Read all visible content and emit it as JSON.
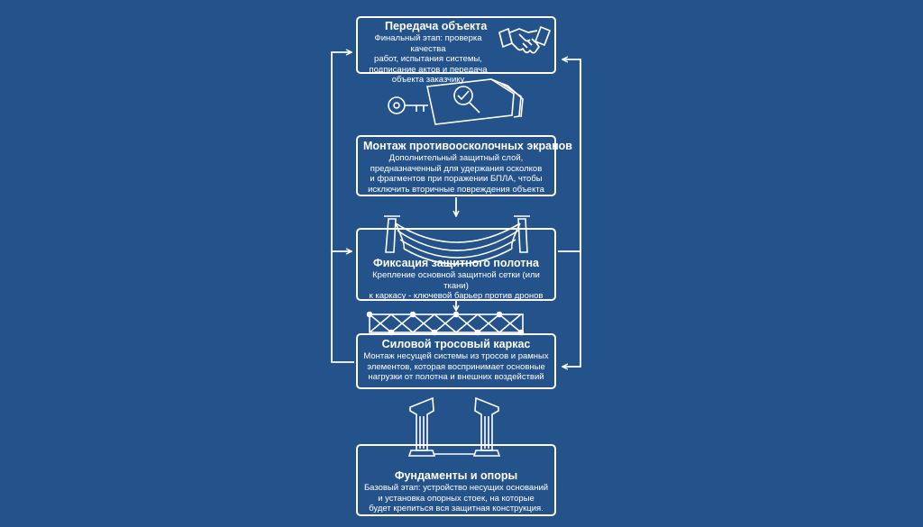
{
  "steps": {
    "handover": {
      "title": "Передача объекта",
      "desc": "Финальный этап: проверка качества\nработ, испытания системы,\nподписание актов и передача\nобъекта заказчику",
      "icon": "handshake-icon"
    },
    "screens": {
      "title": "Монтаж противоосколочных экранов",
      "desc": "Дополнительный защитный слой,\nпредназначенный для удержания осколков\nи фрагментов при поражении БПЛА, чтобы\nисключить вторичные повреждения объекта",
      "icon": "key-documents-icon"
    },
    "net": {
      "title": "Фиксация защитного полотна",
      "desc": "Крепление основной защитной сетки (или ткани)\nк каркасу - ключевой барьер против дронов",
      "icon": "draped-net-icon"
    },
    "frame": {
      "title": "Силовой тросовый каркас",
      "desc": "Монтаж несущей системы из тросов и рамных\nэлементов, которая воспринимает основные\nнагрузки от полотна и внешних воздействий",
      "icon": "truss-icon"
    },
    "foundation": {
      "title": "Фундаменты и опоры",
      "desc": "Базовый этап: устройство несущих оснований\nи установка опорных стоек, на которые\nбудет крепиться вся защитная конструкция.",
      "icon": "pillars-icon"
    }
  },
  "colors": {
    "background": "#24528a",
    "line": "#ffffff"
  }
}
